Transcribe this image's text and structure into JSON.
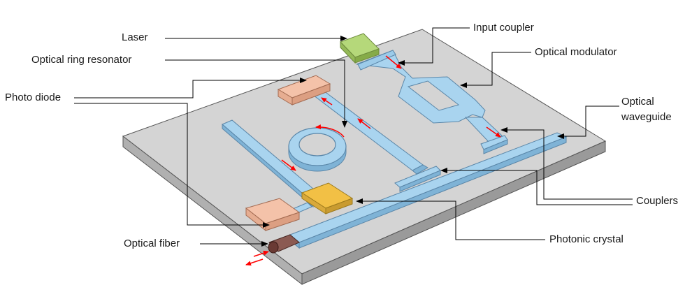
{
  "labels": {
    "laser": "Laser",
    "optical_ring_resonator": "Optical ring resonator",
    "photo_diode": "Photo diode",
    "optical_fiber": "Optical fiber",
    "input_coupler": "Input coupler",
    "optical_modulator": "Optical modulator",
    "optical_waveguide_line1": "Optical",
    "optical_waveguide_line2": "waveguide",
    "couplers": "Couplers",
    "photonic_crystal": "Photonic crystal"
  },
  "colors": {
    "chip_top": "#d4d4d4",
    "chip_side": "#a9a9a9",
    "waveguide": "#a9d4ef",
    "waveguide_edge": "#5a86a8",
    "laser": "#b5d87a",
    "photo_diode": "#f4c2a9",
    "photonic_crystal": "#f2c045",
    "fiber": "#7a4a44",
    "arrow_red": "#ff0000",
    "leader": "#000000"
  }
}
